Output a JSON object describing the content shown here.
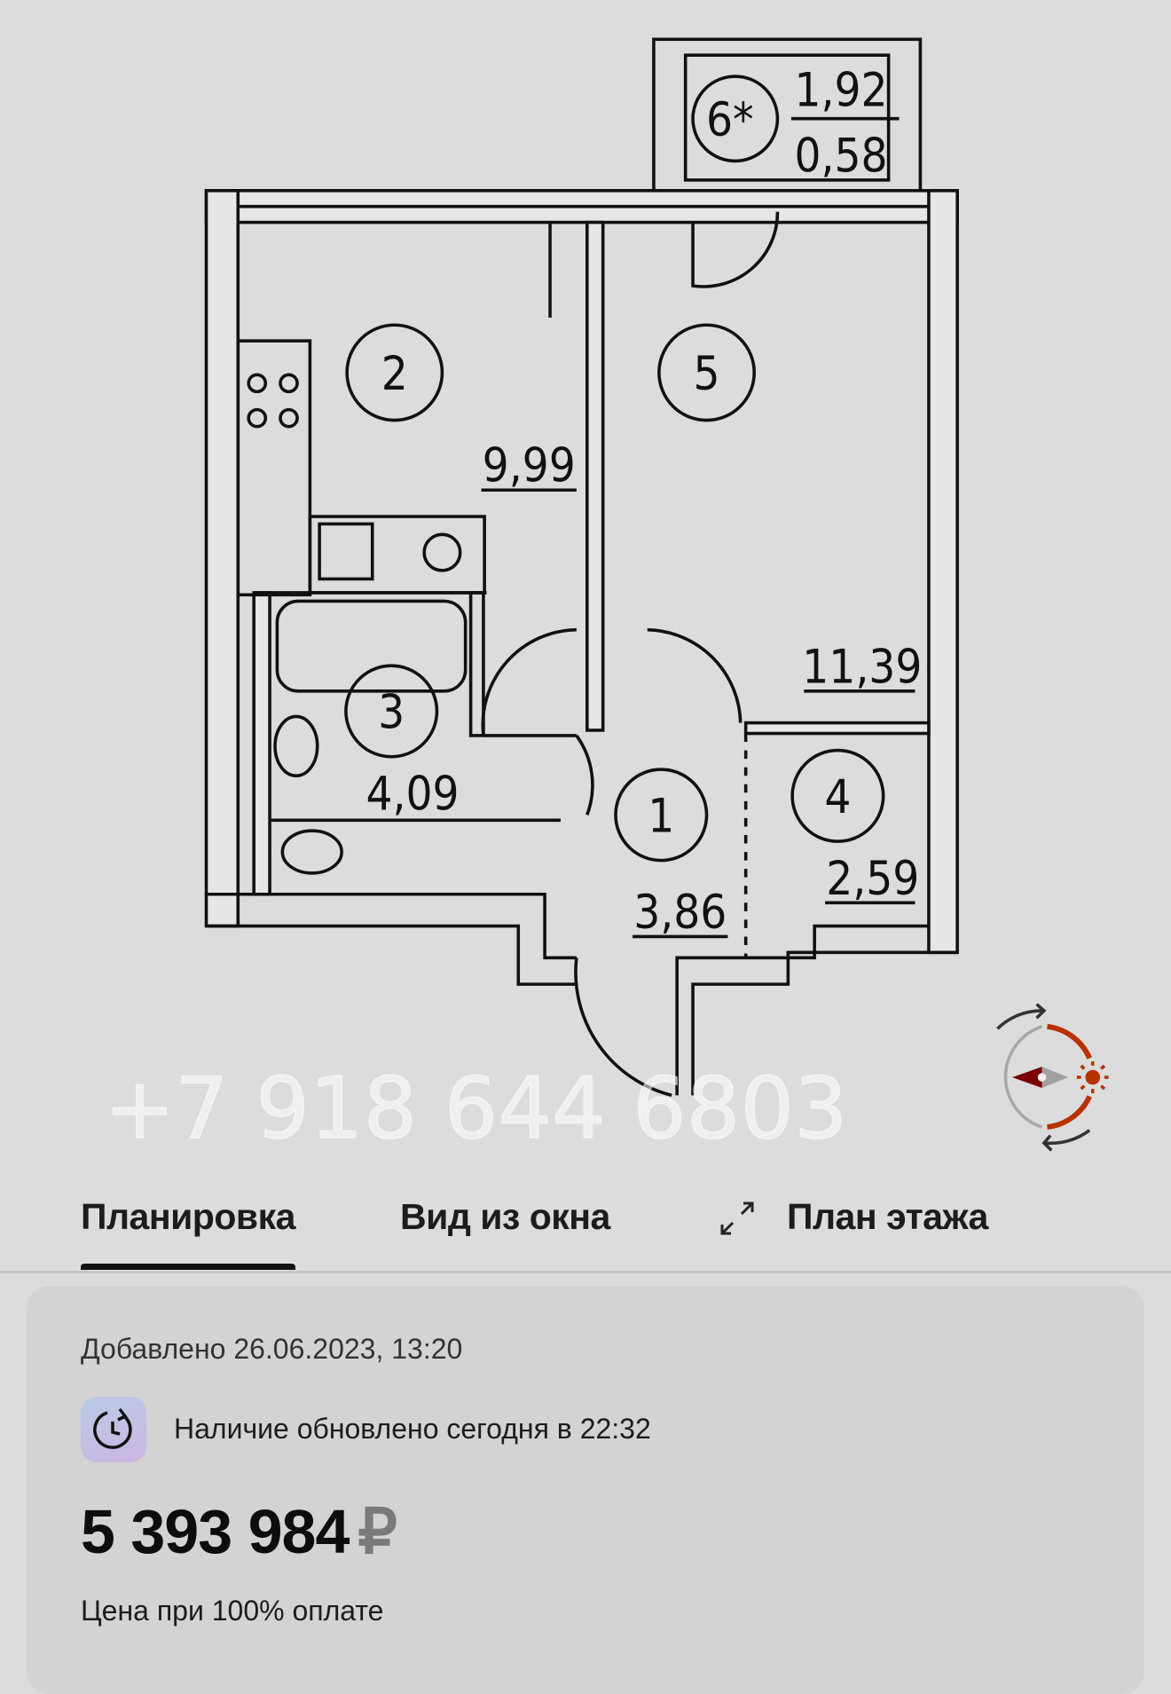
{
  "floor_plan": {
    "balcony": {
      "number": "6*",
      "area_top": "1,92",
      "area_bottom": "0,58"
    },
    "rooms": [
      {
        "number": "1",
        "area": "3,86"
      },
      {
        "number": "2",
        "area": "9,99"
      },
      {
        "number": "3",
        "area": "4,09"
      },
      {
        "number": "4",
        "area": "2,59"
      },
      {
        "number": "5",
        "area": "11,39"
      }
    ],
    "watermark": "+7 918 644 6803"
  },
  "compass": {
    "accent_color": "#b83200",
    "needle_color": "#7a0000"
  },
  "tabs": [
    {
      "label": "Планировка",
      "active": true
    },
    {
      "label": "Вид из окна",
      "active": false
    },
    {
      "label": "План этажа",
      "active": false,
      "icon": "expand-icon"
    }
  ],
  "card": {
    "added": "Добавлено 26.06.2023, 13:20",
    "availability": "Наличие обновлено сегодня в 22:32",
    "availability_icon": "clock-refresh-icon",
    "price": "5 393 984",
    "currency": "₽",
    "price_label": "Цена при 100% оплате"
  }
}
